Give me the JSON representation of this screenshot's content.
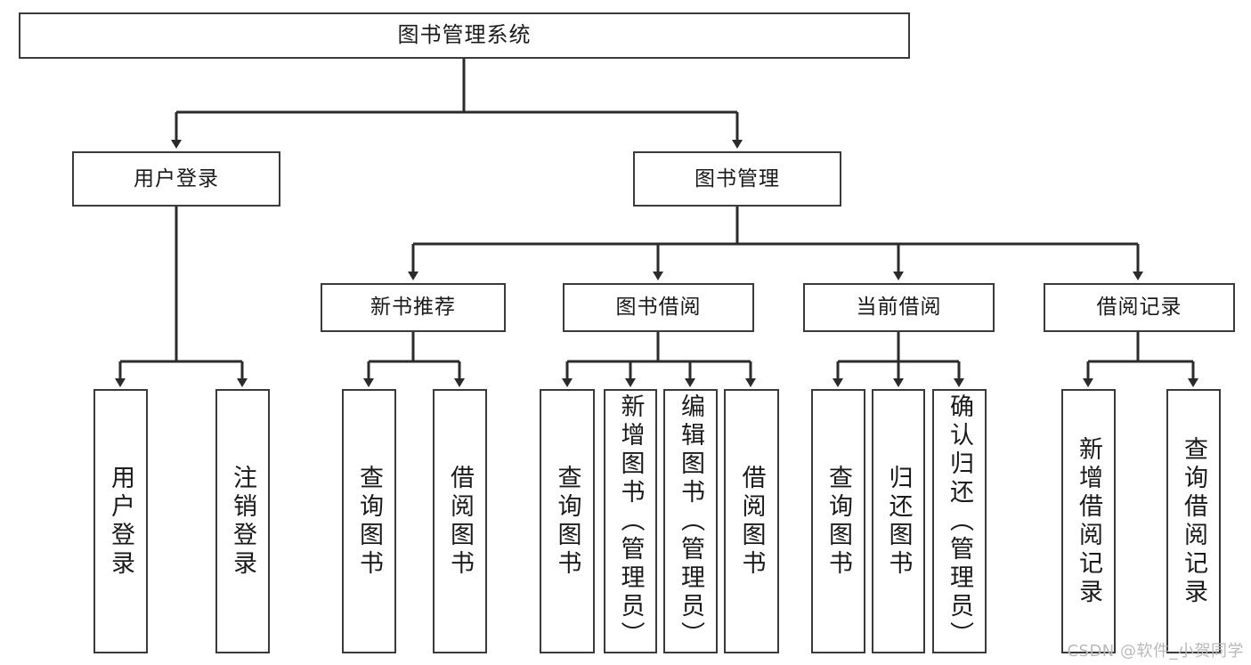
{
  "diagram": {
    "type": "tree",
    "title": "图书管理系统",
    "watermark": "CSDN @软件_小贺同学",
    "colors": {
      "box_border": "#3a3a3a",
      "box_fill": "#ffffff",
      "edge": "#2b2b2b",
      "text": "#1a1a1a",
      "watermark": "#b9b9b9"
    },
    "nodes": {
      "root": {
        "label": "图书管理系统",
        "level": 1
      },
      "l2": [
        {
          "id": "user_login",
          "label": "用户登录",
          "level": 2
        },
        {
          "id": "book_manage",
          "label": "图书管理",
          "level": 2
        }
      ],
      "l3": [
        {
          "id": "new_book_rec",
          "label": "新书推荐",
          "level": 3,
          "parent": "book_manage"
        },
        {
          "id": "book_borrow",
          "label": "图书借阅",
          "level": 3,
          "parent": "book_manage"
        },
        {
          "id": "current_borrow",
          "label": "当前借阅",
          "level": 3,
          "parent": "book_manage"
        },
        {
          "id": "borrow_record",
          "label": "借阅记录",
          "level": 3,
          "parent": "book_manage"
        }
      ],
      "leaves": [
        {
          "id": "leaf_user_login",
          "label": "用户登录",
          "parent": "user_login"
        },
        {
          "id": "leaf_logout",
          "label": "注销登录",
          "parent": "user_login"
        },
        {
          "id": "leaf_query_book_1",
          "label": "查询图书",
          "parent": "new_book_rec"
        },
        {
          "id": "leaf_borrow_book_1",
          "label": "借阅图书",
          "parent": "new_book_rec"
        },
        {
          "id": "leaf_query_book_2",
          "label": "查询图书",
          "parent": "book_borrow"
        },
        {
          "id": "leaf_add_book",
          "label": "新增图书（管理员）",
          "parent": "book_borrow"
        },
        {
          "id": "leaf_edit_book",
          "label": "编辑图书（管理员）",
          "parent": "book_borrow"
        },
        {
          "id": "leaf_borrow_book_2",
          "label": "借阅图书",
          "parent": "book_borrow"
        },
        {
          "id": "leaf_query_book_3",
          "label": "查询图书",
          "parent": "current_borrow"
        },
        {
          "id": "leaf_return_book",
          "label": "归还图书",
          "parent": "current_borrow"
        },
        {
          "id": "leaf_confirm_return",
          "label": "确认归还（管理员）",
          "parent": "current_borrow"
        },
        {
          "id": "leaf_add_record",
          "label": "新增借阅记录",
          "parent": "borrow_record"
        },
        {
          "id": "leaf_query_record",
          "label": "查询借阅记录",
          "parent": "borrow_record"
        }
      ]
    }
  }
}
